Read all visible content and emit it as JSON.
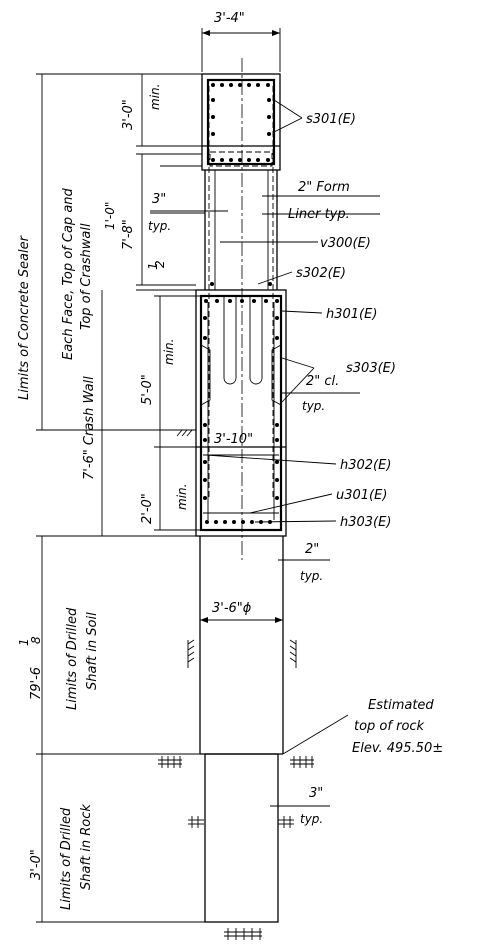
{
  "dimensions": {
    "top_width": "3'-4\"",
    "cap_height": "3'-0\"",
    "cap_min": "min.",
    "upper_height": "7'-8\"",
    "upper_offset": "1'-0\"",
    "bar_spacing": "3\"",
    "bar_spacing_typ": "typ.",
    "half_inch": "1",
    "half_inch_den": "2",
    "crash_wall_height": "5'-0\"",
    "crash_wall_min": "min.",
    "crash_wall_total": "7'-6\" Crash Wall",
    "crash_wall_width": "3'-10\"",
    "lower_height": "2'-0\"",
    "lower_min": "min.",
    "shaft_soil_length": "79'-6",
    "shaft_soil_fraction": "1",
    "shaft_soil_fraction_den": "8",
    "shaft_diameter": "3'-6\"ϕ",
    "shaft_cover": "2\"",
    "shaft_cover_typ": "typ.",
    "rock_length": "3'-0\"",
    "rock_cover": "3\"",
    "rock_cover_typ": "typ.",
    "wall_cover": "2\" cl.",
    "wall_cover_typ": "typ."
  },
  "labels": {
    "sealer_1": "Limits of Concrete Sealer",
    "sealer_2": "Each Face, Top of Cap and",
    "sealer_3": "Top of Crashwall",
    "soil_1": "Limits of Drilled",
    "soil_2": "Shaft in Soil",
    "rock_1": "Limits of Drilled",
    "rock_2": "Shaft in Rock",
    "form_liner_1": "2\" Form",
    "form_liner_2": "Liner typ.",
    "rock_est_1": "Estimated",
    "rock_est_2": "top of rock",
    "rock_est_3": "Elev. 495.50±"
  },
  "bar_marks": {
    "s301": "s301(E)",
    "v300": "v300(E)",
    "s302": "s302(E)",
    "h301": "h301(E)",
    "s303": "s303(E)",
    "h302": "h302(E)",
    "u301": "u301(E)",
    "h303": "h303(E)"
  }
}
